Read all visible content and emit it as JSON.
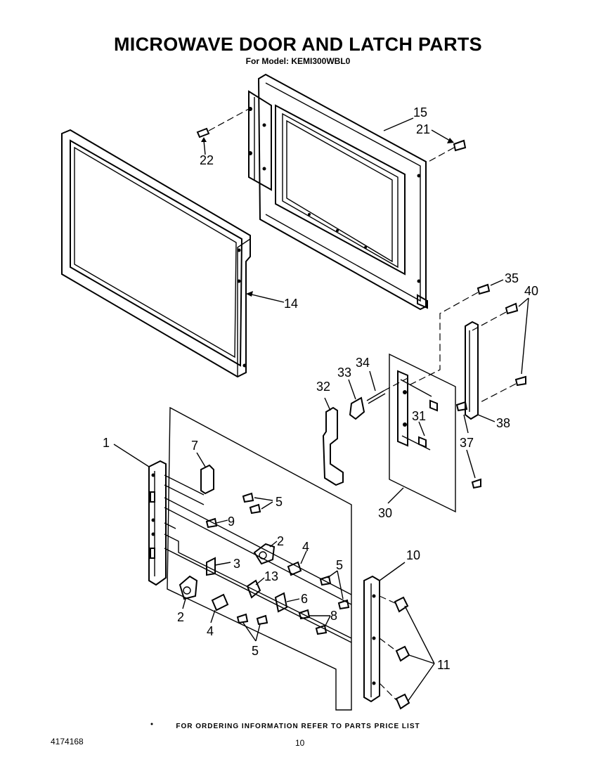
{
  "header": {
    "title": "MICROWAVE DOOR AND LATCH PARTS",
    "subtitle": "For Model: KEMI300WBL0"
  },
  "footer": {
    "note": "FOR ORDERING INFORMATION REFER TO PARTS PRICE LIST",
    "doc_number": "4174168",
    "page_number": "10"
  },
  "callouts": {
    "c1": "1",
    "c2a": "2",
    "c2b": "2",
    "c3": "3",
    "c4a": "4",
    "c4b": "4",
    "c5a": "5",
    "c5b": "5",
    "c5c": "5",
    "c6": "6",
    "c7": "7",
    "c8": "8",
    "c9": "9",
    "c10": "10",
    "c11": "11",
    "c13": "13",
    "c14": "14",
    "c15": "15",
    "c21": "21",
    "c22": "22",
    "c30": "30",
    "c31": "31",
    "c32": "32",
    "c33": "33",
    "c34": "34",
    "c35": "35",
    "c37": "37",
    "c38": "38",
    "c40": "40"
  }
}
